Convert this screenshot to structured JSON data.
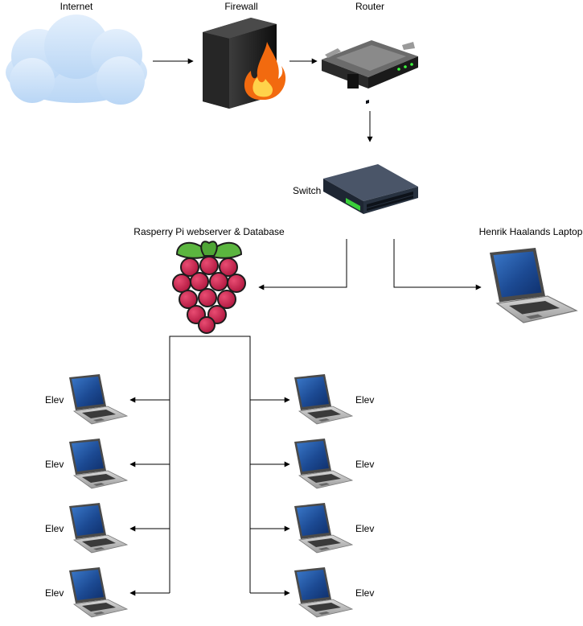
{
  "nodes": {
    "internet": "Internet",
    "firewall": "Firewall",
    "router": "Router",
    "switch": "Switch",
    "raspberry_pi": "Rasperry Pi webserver & Database",
    "teacher_laptop": "Henrik Haalands Laptop",
    "students_left": [
      "Elev",
      "Elev",
      "Elev",
      "Elev"
    ],
    "students_right": [
      "Elev",
      "Elev",
      "Elev",
      "Elev"
    ]
  },
  "colors": {
    "cloud": "#cfe4fa",
    "firewall_body": "#1f1f1f",
    "flame": "#f57c00",
    "raspberry": "#c51a4a",
    "leaf": "#6cc04a",
    "switch_body": "#2e3a4b",
    "laptop_screen": "#1f4f9a"
  }
}
